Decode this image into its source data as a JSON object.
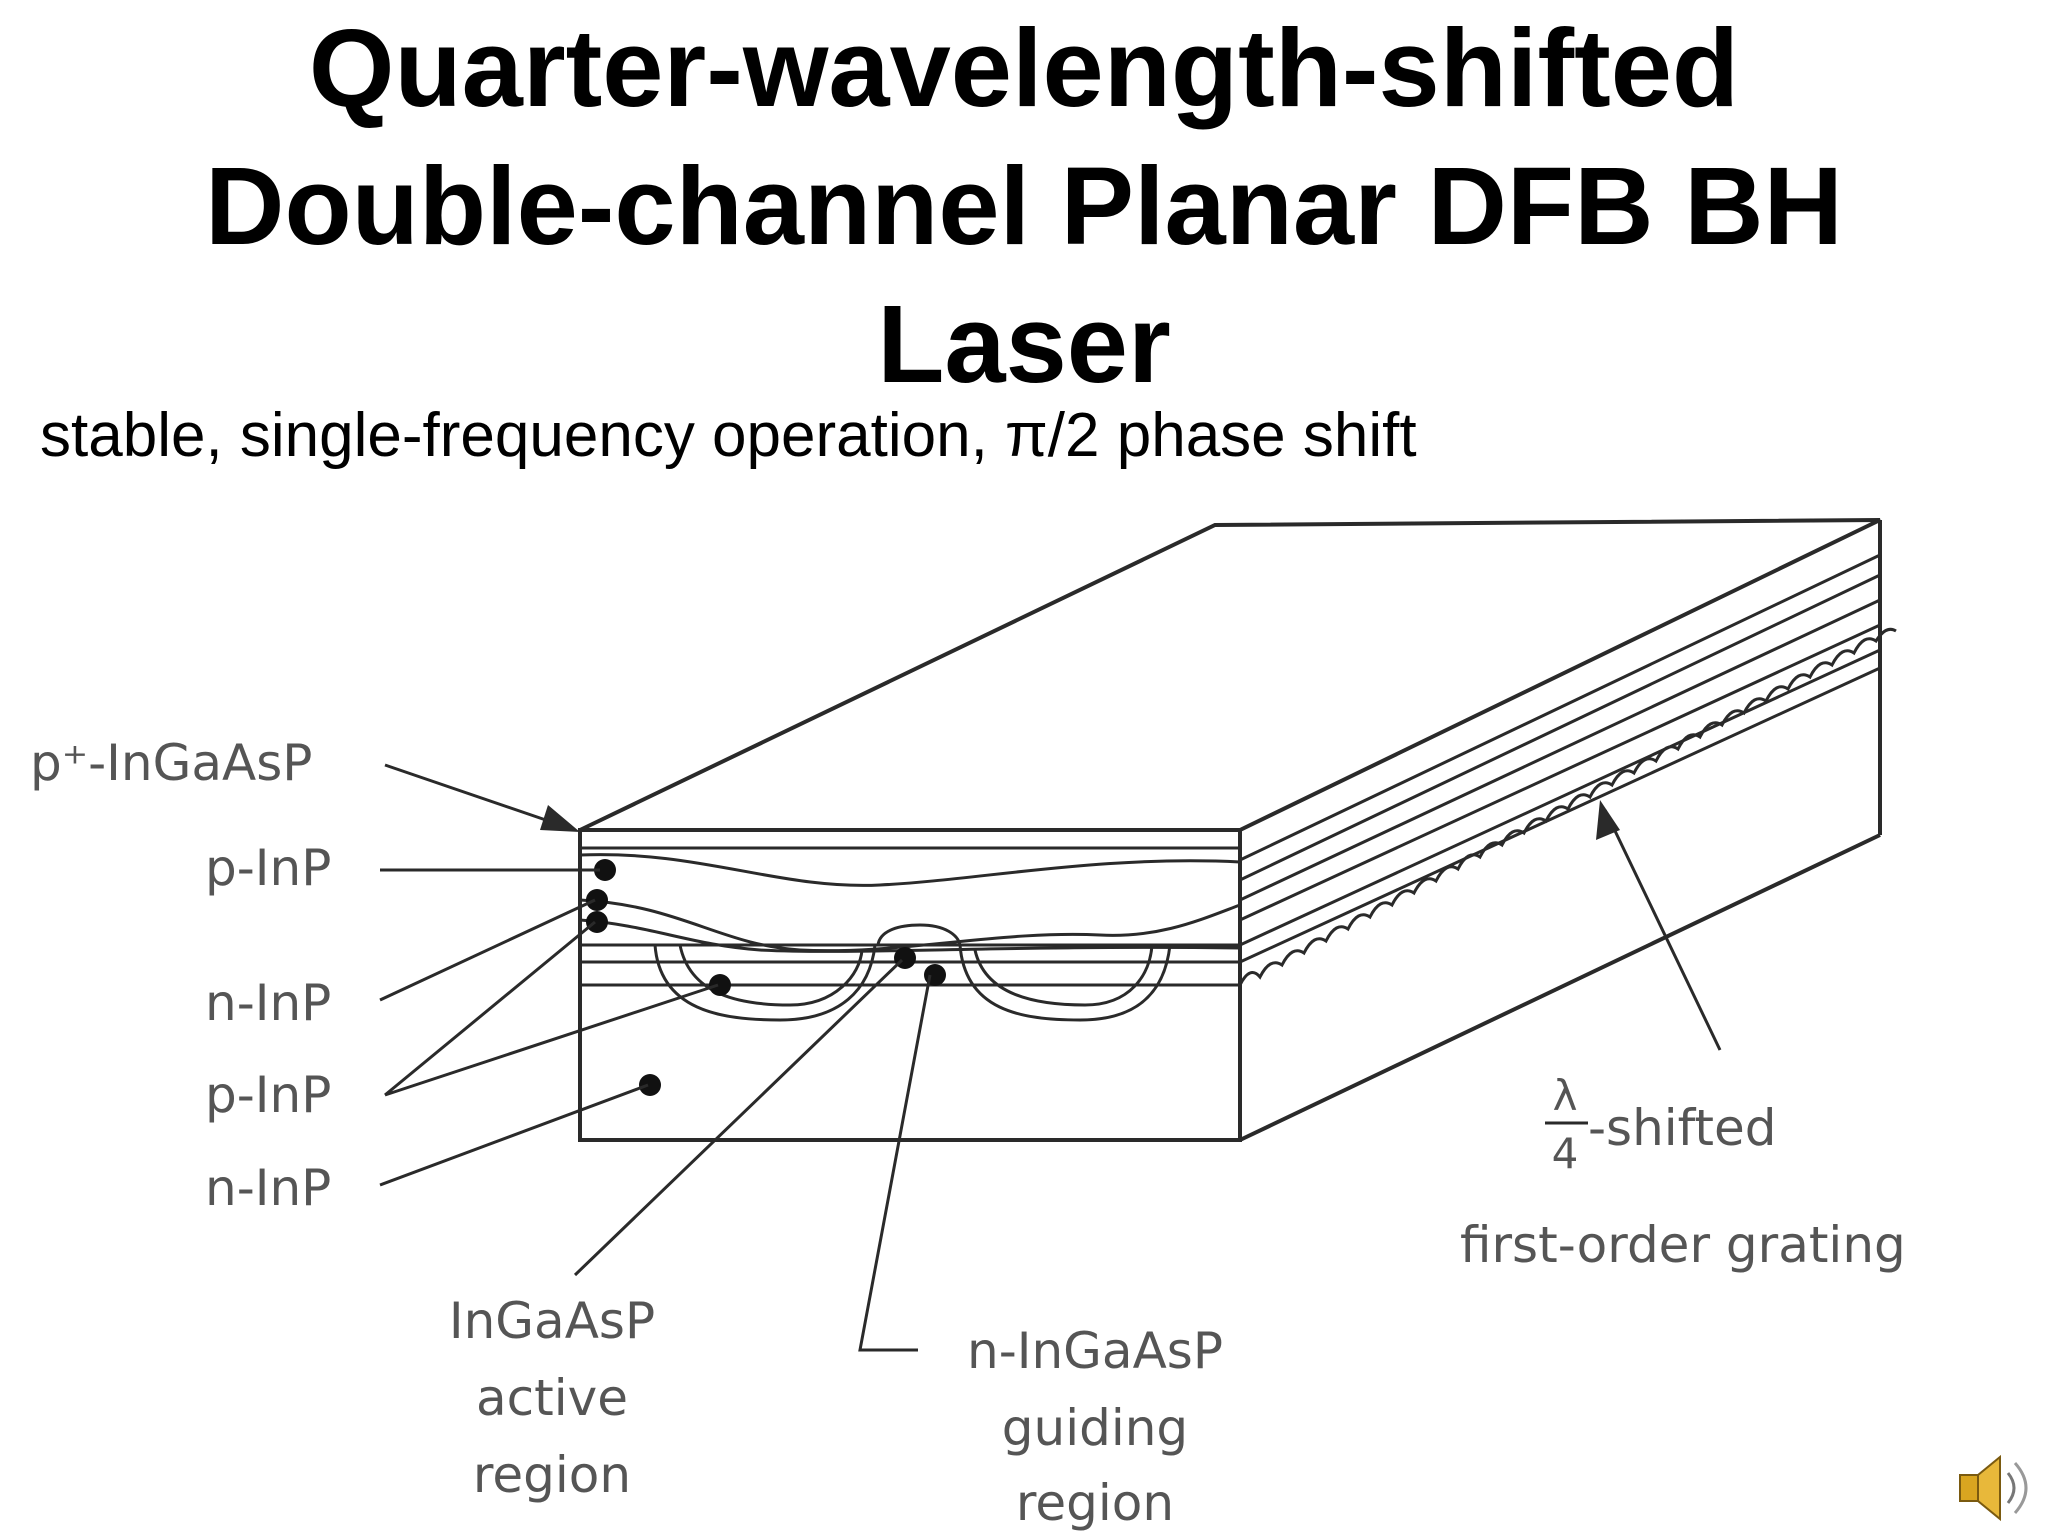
{
  "title": {
    "line1": "Quarter-wavelength-shifted",
    "line2": "Double-channel Planar DFB BH",
    "line3": "Laser"
  },
  "subtitle": "stable, single-frequency operation, π/2 phase shift",
  "diagram": {
    "labels": {
      "p_plus_ingaasp": "p⁺-InGaAsP",
      "p_inp_top": "p-InP",
      "n_inp_1": "n-InP",
      "p_inp_2": "p-InP",
      "n_inp_sub": "n-InP",
      "active_line1": "InGaAsP",
      "active_line2": "active",
      "active_line3": "region",
      "guide_line1": "n-InGaAsP",
      "guide_line2": "guiding",
      "guide_line3": "region",
      "lambda": "λ",
      "four": "4",
      "shifted": "-shifted",
      "grating": "first-order grating"
    }
  },
  "icons": {
    "speaker": "speaker-icon"
  }
}
